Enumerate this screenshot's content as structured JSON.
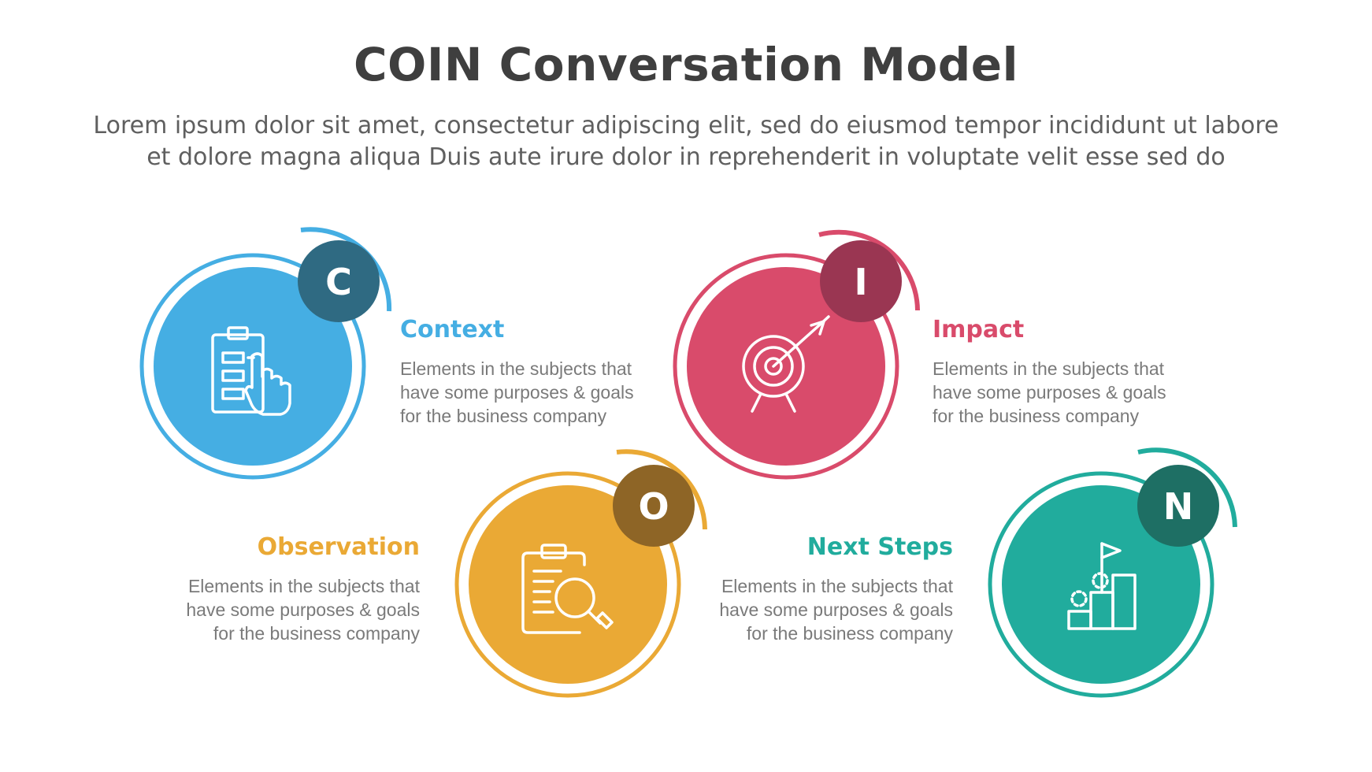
{
  "header": {
    "title": "COIN Conversation Model",
    "subtitle_line1": "Lorem ipsum dolor sit amet, consectetur adipiscing elit, sed do eiusmod tempor incididunt ut labore",
    "subtitle_line2": "et dolore magna aliqua Duis aute irure dolor in reprehenderit in voluptate velit esse sed do"
  },
  "items": [
    {
      "letter": "C",
      "title": "Context",
      "desc": [
        "Elements in the subjects that",
        "have  some purposes & goals",
        "for the  business company"
      ],
      "color": "#45aee3",
      "badge_color": "#2f6a82",
      "icon": "clipboard-hand-icon"
    },
    {
      "letter": "I",
      "title": "Impact",
      "desc": [
        "Elements in the subjects that",
        "have  some purposes & goals",
        "for the  business company"
      ],
      "color": "#d94b6b",
      "badge_color": "#9a3652",
      "icon": "target-arrow-icon"
    },
    {
      "letter": "O",
      "title": "Observation",
      "desc": [
        "Elements in the subjects that",
        "have  some purposes & goals",
        "for the  business company"
      ],
      "color": "#eaa935",
      "badge_color": "#8e6526",
      "icon": "clipboard-magnifier-icon"
    },
    {
      "letter": "N",
      "title": "Next Steps",
      "desc": [
        "Elements in the subjects that",
        "have  some purposes & goals",
        "for the  business company"
      ],
      "color": "#21ac9d",
      "badge_color": "#1e6f64",
      "icon": "steps-flag-icon"
    }
  ]
}
